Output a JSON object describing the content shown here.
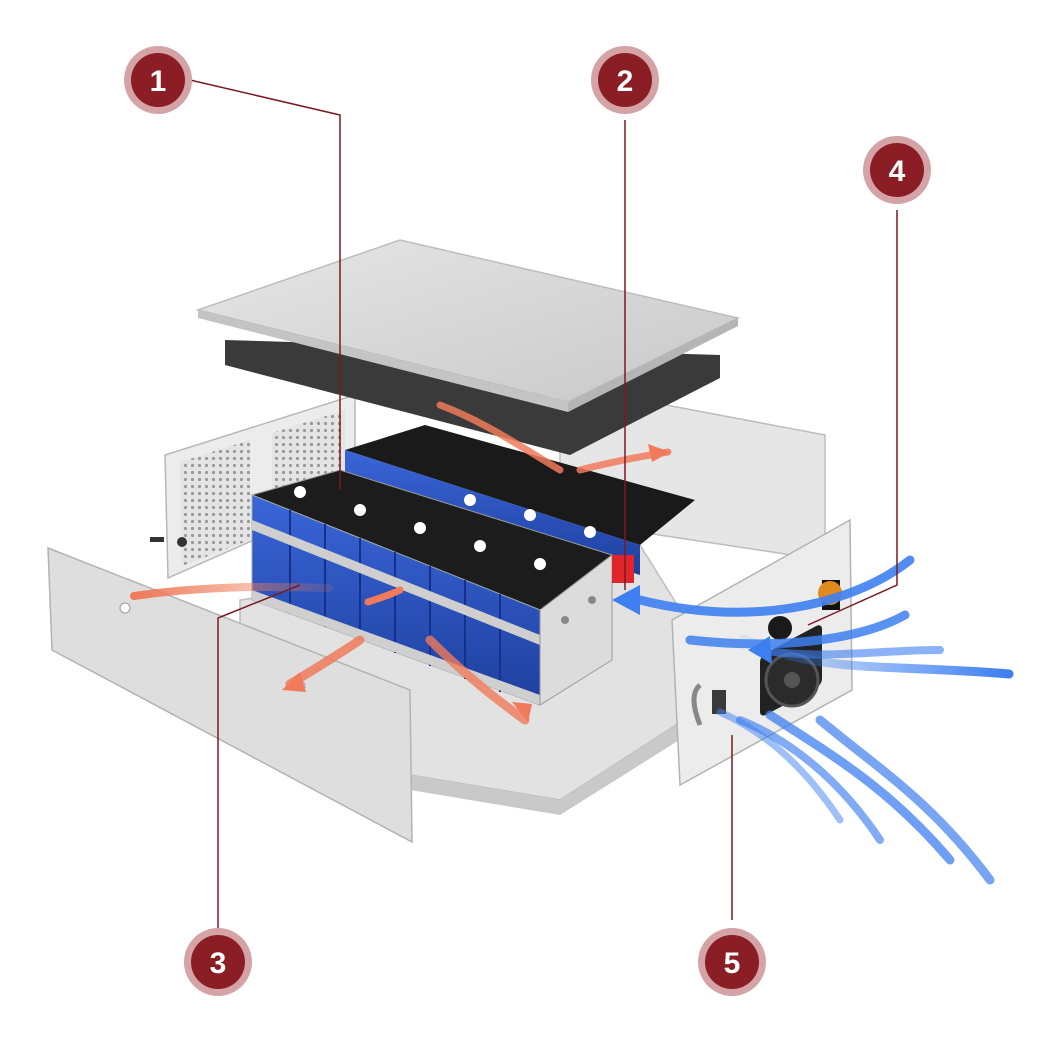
{
  "diagram": {
    "callouts": [
      {
        "id": "c1",
        "label": "1"
      },
      {
        "id": "c2",
        "label": "2"
      },
      {
        "id": "c3",
        "label": "3"
      },
      {
        "id": "c4",
        "label": "4"
      },
      {
        "id": "c5",
        "label": "5"
      }
    ]
  },
  "colors": {
    "callout_fill": "#8b1d24",
    "callout_ring": "#d4a3a6",
    "leader_line": "#7a1a20",
    "cell_blue": "#2b55c8",
    "hot_air": "#f07a5a",
    "cool_air": "#3d7ff0",
    "panel_grey": "#d9d9d9"
  }
}
